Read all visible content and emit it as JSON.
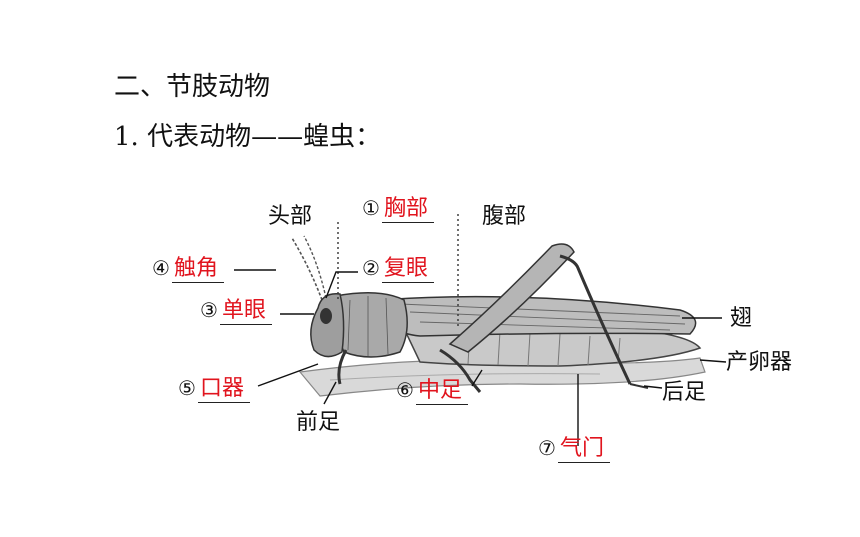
{
  "section_title": "二、节肢动物",
  "subtitle": "1. 代表动物——蝗虫：",
  "colors": {
    "answer": "#e1141e",
    "text": "#111111"
  },
  "labels": {
    "head": "头部",
    "abdomen": "腹部",
    "wing": "翅",
    "ovipositor": "产卵器",
    "hind_leg": "后足",
    "fore_leg": "前足"
  },
  "answers": [
    {
      "num": "①",
      "text": "胸部"
    },
    {
      "num": "②",
      "text": "复眼"
    },
    {
      "num": "③",
      "text": "单眼"
    },
    {
      "num": "④",
      "text": "触角"
    },
    {
      "num": "⑤",
      "text": "口器"
    },
    {
      "num": "⑥",
      "text": "中足"
    },
    {
      "num": "⑦",
      "text": "气门"
    }
  ]
}
